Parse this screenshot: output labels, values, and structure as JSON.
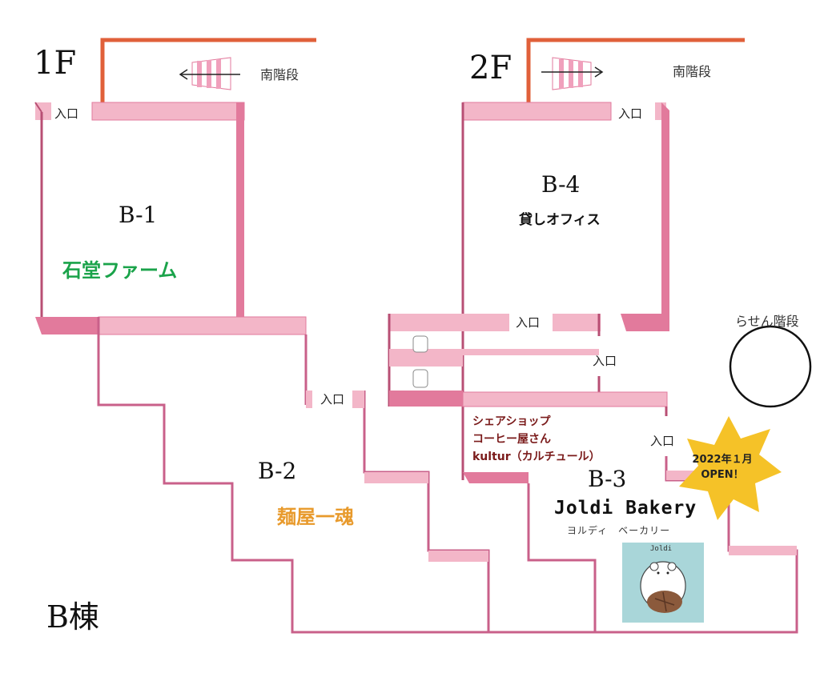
{
  "floors": {
    "first": "1F",
    "second": "2F"
  },
  "stairs": {
    "south_1f": "南階段",
    "south_2f": "南階段",
    "spiral": "らせん階段"
  },
  "entrances": {
    "label": "入口"
  },
  "rooms": {
    "b1": {
      "id": "B-1",
      "name": "石堂ファーム"
    },
    "b2": {
      "id": "B-2",
      "name": "麺屋一魂"
    },
    "b3": {
      "id": "B-3",
      "name": "Joldi Bakery",
      "name_kana": "ヨルディ　ベーカリー",
      "logo_text": "Joldi"
    },
    "b4": {
      "id": "B-4",
      "name": "貸しオフィス"
    }
  },
  "share_shop": {
    "line1": "シェアショップ",
    "line2": "コーヒー屋さん",
    "line3": "kultur（カルチュール）"
  },
  "badge": {
    "line1": "2022年１月",
    "line2": "OPEN！",
    "color": "#f5c228"
  },
  "building_label": "B棟",
  "colors": {
    "wall": "#f3b6c8",
    "wall_dark": "#e27a9c",
    "wall_edge": "#b84f74",
    "stair_line": "#e0603a",
    "logo_bg": "#a9d6d9"
  }
}
